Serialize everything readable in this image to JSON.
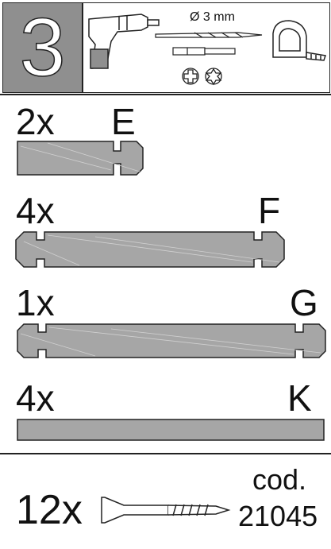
{
  "step": {
    "number": "3"
  },
  "tools": {
    "drill_bit_label": "Ø 3 mm",
    "icons": [
      "drill-icon",
      "drill-bit-icon",
      "screwdriver-bit-icon",
      "tape-measure-icon",
      "phillips-head-icon",
      "torx-head-icon"
    ]
  },
  "parts": [
    {
      "quantity": "2x",
      "label": "E"
    },
    {
      "quantity": "4x",
      "label": "F"
    },
    {
      "quantity": "1x",
      "label": "G"
    },
    {
      "quantity": "4x",
      "label": "K"
    }
  ],
  "screws": {
    "quantity": "12x",
    "code_label": "cod.",
    "code_value": "21045"
  },
  "colors": {
    "step_box": "#8f8f8f",
    "board_fill": "#a6a6a6",
    "outline": "#222222"
  }
}
